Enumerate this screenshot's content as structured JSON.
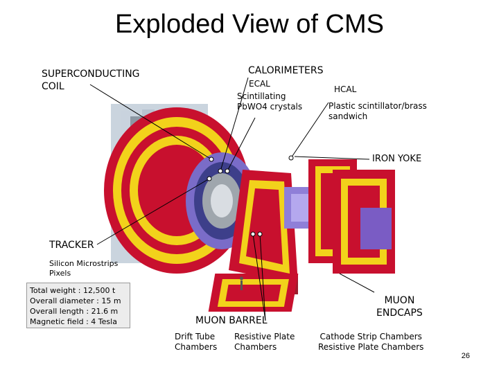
{
  "title": "Exploded View of CMS",
  "labels": {
    "superconducting_coil": "SUPERCONDUCTING\nCOIL",
    "calorimeters": "CALORIMETERS",
    "ecal_title": "ECAL",
    "ecal_detail": "Scintillating\nPbWO4 crystals",
    "hcal_title": "HCAL",
    "hcal_detail": "Plastic scintillator/brass\nsandwich",
    "iron_yoke": "IRON YOKE",
    "tracker": "TRACKER",
    "tracker_detail": "Silicon Microstrips\nPixels",
    "muon_barrel": "MUON BARREL",
    "muon_barrel_drift": "Drift Tube\nChambers",
    "muon_barrel_rpc": "Resistive Plate\nChambers",
    "muon_endcaps": "MUON\nENDCAPS",
    "muon_endcaps_detail": "Cathode Strip Chambers\nResistive Plate Chambers"
  },
  "stats": [
    "Total weight : 12,500 t",
    "Overall diameter : 15 m",
    "Overall length : 21.6 m",
    "Magnetic field : 4 Tesla"
  ],
  "page_number": "26",
  "colors": {
    "red": "#c8102e",
    "yellow": "#f2d21b",
    "steel": "#a9b7c6",
    "purple": "#7a5cc4"
  }
}
